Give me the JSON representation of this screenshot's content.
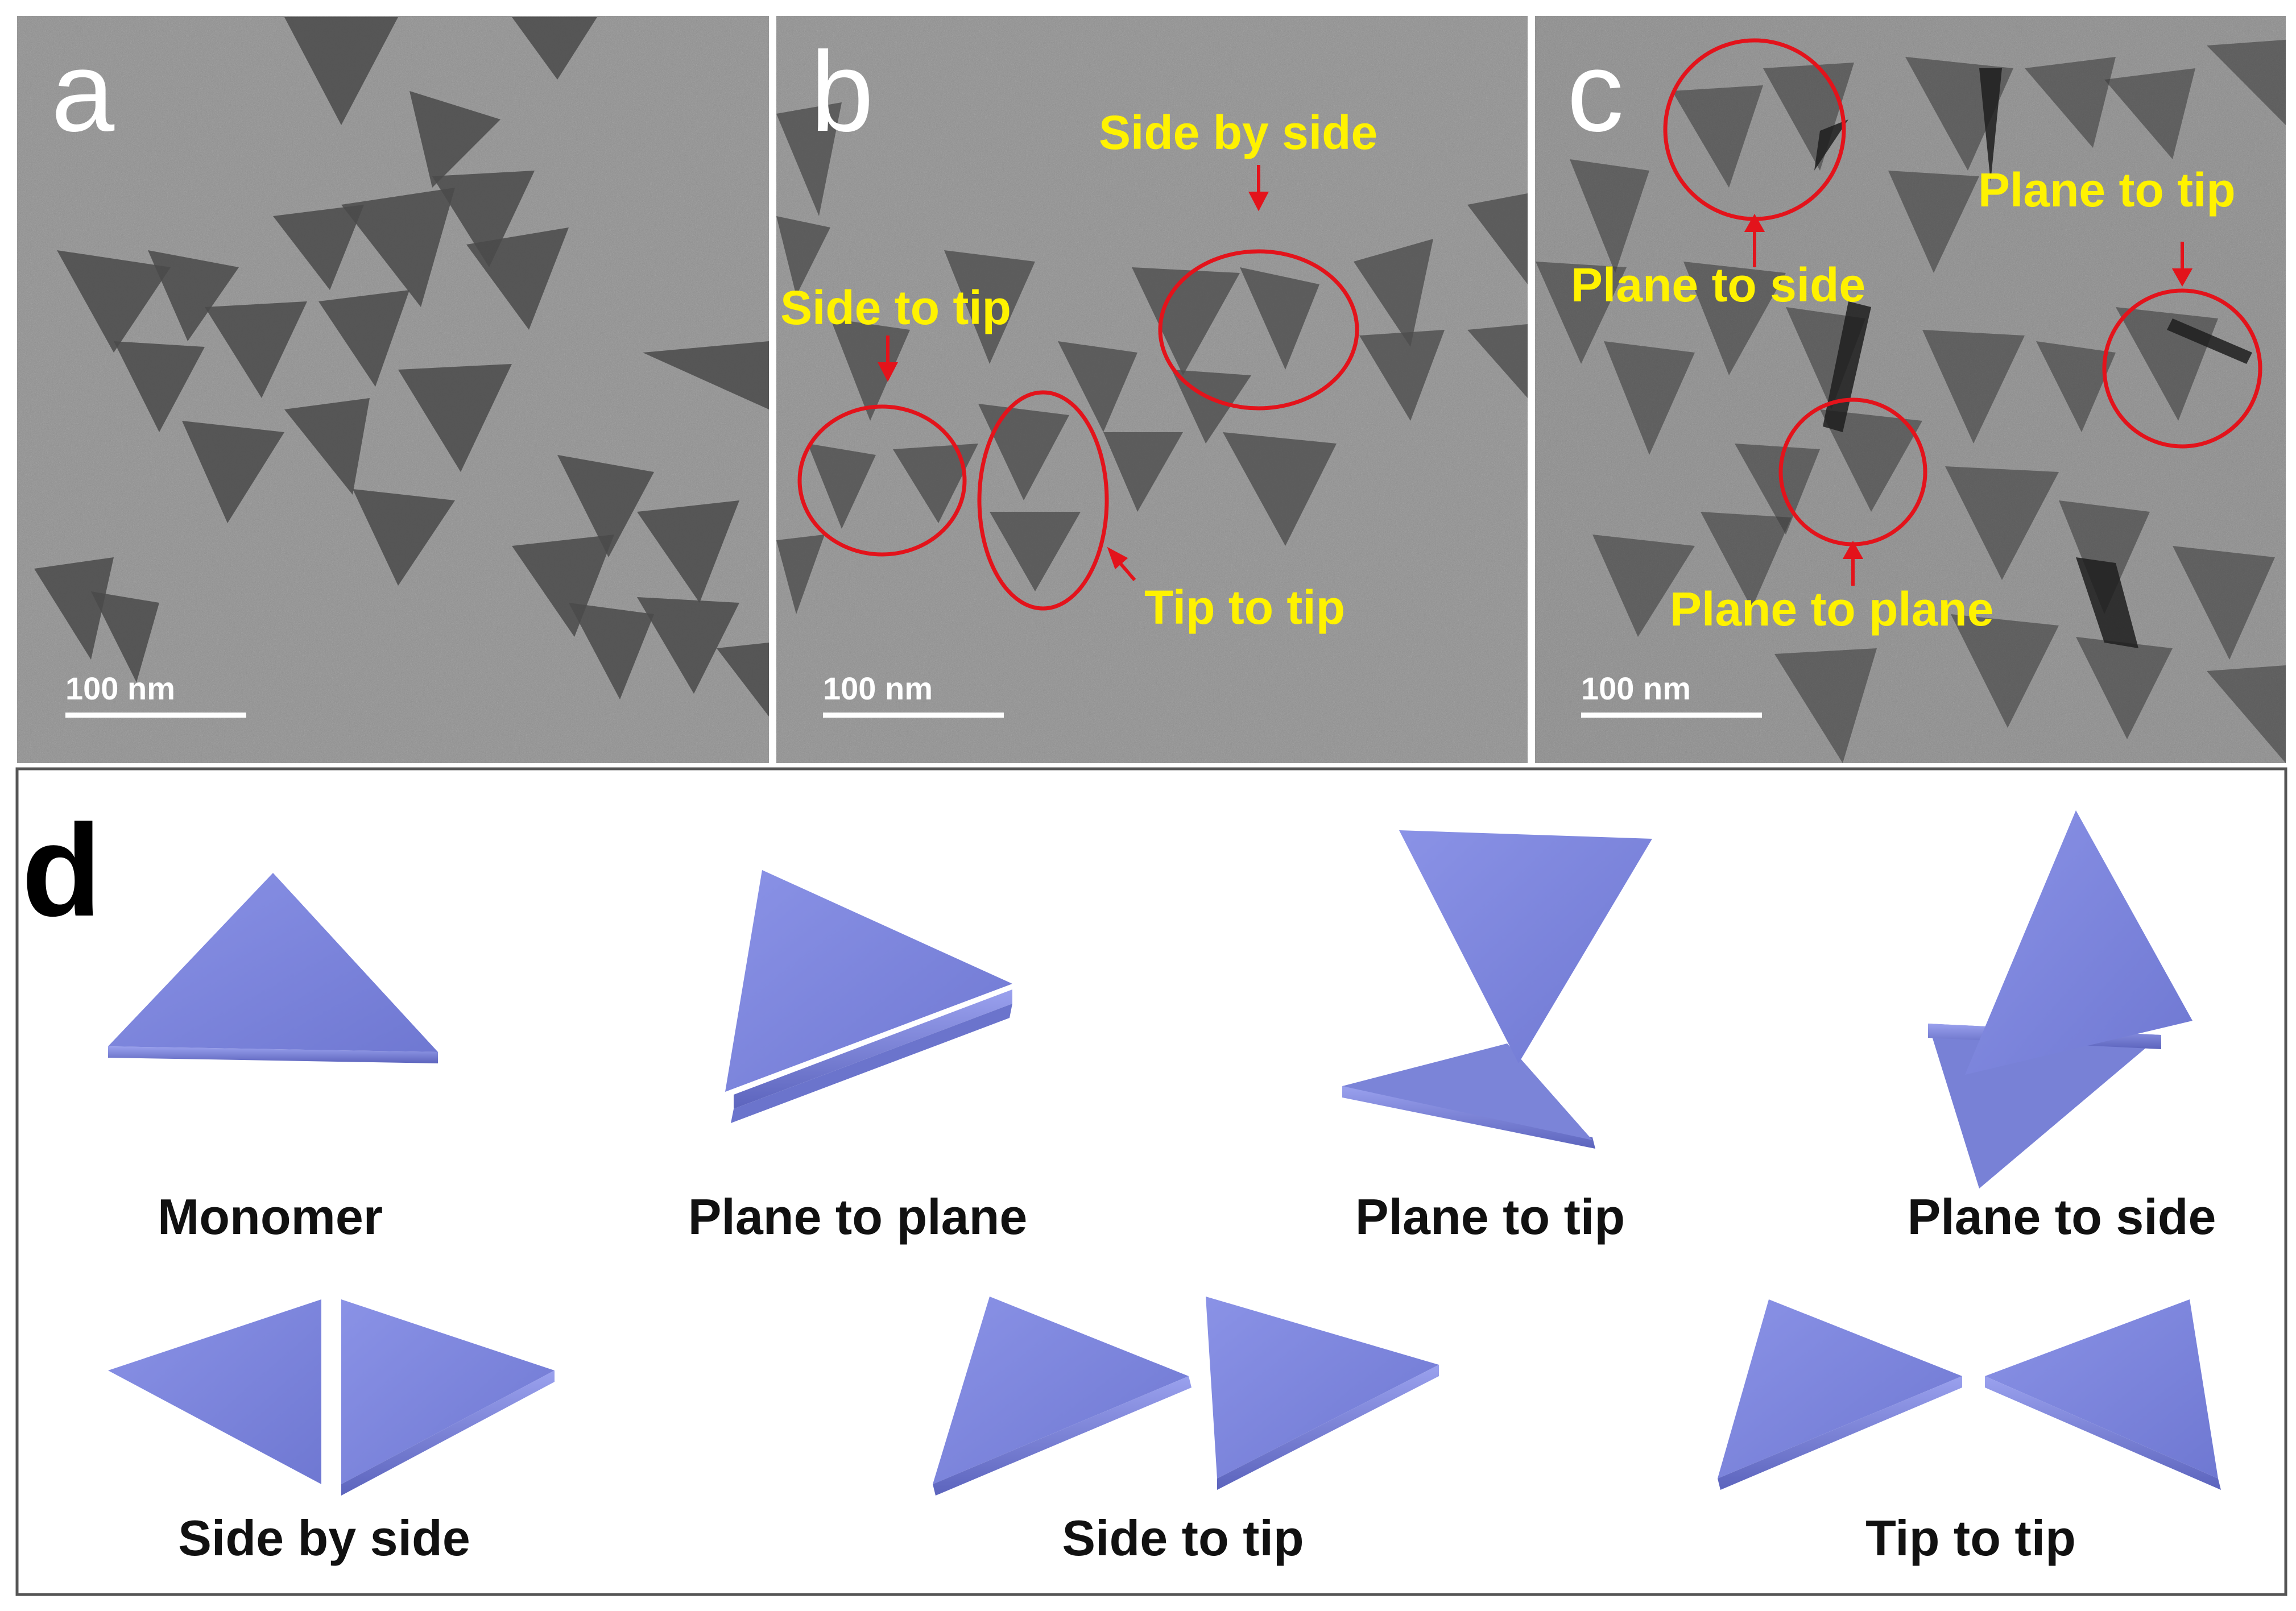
{
  "panels": {
    "a": {
      "letter": "a",
      "scale_bar": "100 nm"
    },
    "b": {
      "letter": "b",
      "scale_bar": "100 nm",
      "annotations": [
        "Side by side",
        "Side to tip",
        "Tip to tip"
      ]
    },
    "c": {
      "letter": "c",
      "scale_bar": "100 nm",
      "annotations": [
        "Plane to side",
        "Plane to tip",
        "Plane to plane"
      ]
    }
  },
  "schematic": {
    "letter": "d",
    "labels": [
      "Monomer",
      "Plane to plane",
      "Plane to tip",
      "Plane to side",
      "Side by side",
      "Side to tip",
      "Tip to tip"
    ]
  },
  "colors": {
    "annotation_text": "#fff200",
    "annotation_circle": "#e3131b",
    "plate": "#7f88dd",
    "micrograph_bg": "#8e8e8e"
  }
}
